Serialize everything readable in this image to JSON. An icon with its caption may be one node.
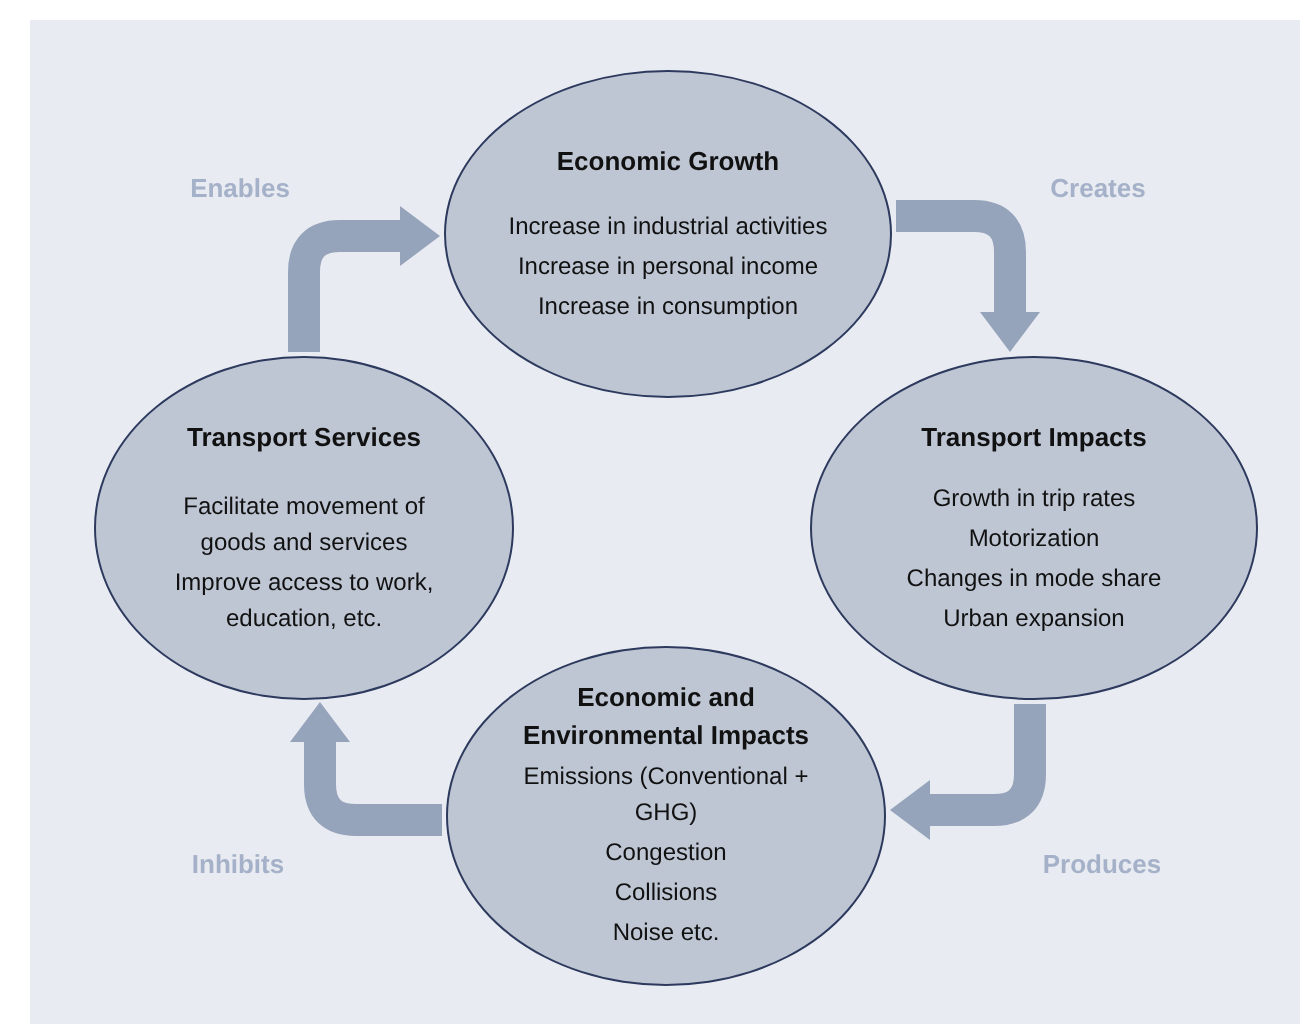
{
  "diagram": {
    "nodes": [
      {
        "text": [
          "Economic Growth",
          "Increase in industrial activities",
          "Increase in personal income",
          "Increase in consumption"
        ]
      },
      {
        "text": [
          "Transport Impacts",
          "Growth in trip rates",
          "Motorization",
          "Changes in mode share",
          "Urban expansion"
        ]
      },
      {
        "text": [
          "Economic and Environmental Impacts",
          "Emissions (Conventional + GHG)",
          "Congestion",
          "Collisions",
          "Noise etc."
        ]
      },
      {
        "text": [
          "Transport Services",
          "Facilitate movement of goods and services",
          "Improve access to work, education, etc."
        ]
      }
    ],
    "edges": [
      {
        "from": 0,
        "to": 1,
        "arrow": "to",
        "label": "Creates"
      },
      {
        "from": 1,
        "to": 2,
        "arrow": "to",
        "label": "Produces"
      },
      {
        "from": 2,
        "to": 3,
        "arrow": "to",
        "label": "Inhibits"
      },
      {
        "from": 3,
        "to": 0,
        "arrow": "to",
        "label": "Enables"
      }
    ]
  }
}
